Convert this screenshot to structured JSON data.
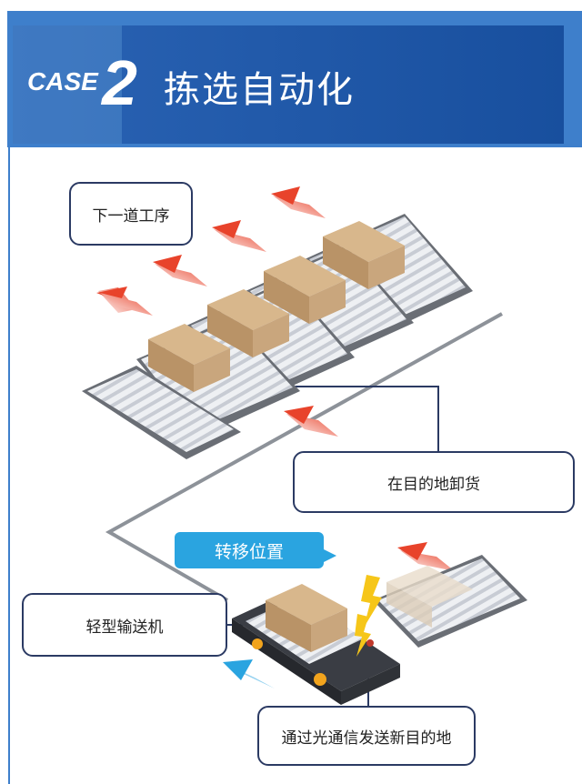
{
  "header": {
    "case_label": "CASE",
    "case_number": "2",
    "title": "拣选自动化"
  },
  "callouts": {
    "next_process": "下一道工序",
    "unload": "在目的地卸货",
    "light_conveyor": "轻型输送机",
    "optical_comm": "通过光通信发送新目的地"
  },
  "tag": {
    "move_position": "转移位置"
  },
  "colors": {
    "header_blue": "#1f5fae",
    "tag_blue": "#2aa4e0",
    "arrow_red": "#e8432b",
    "arrow_blue": "#2aa4e0",
    "box": "#c9a67d",
    "lightning": "#f6c619"
  }
}
